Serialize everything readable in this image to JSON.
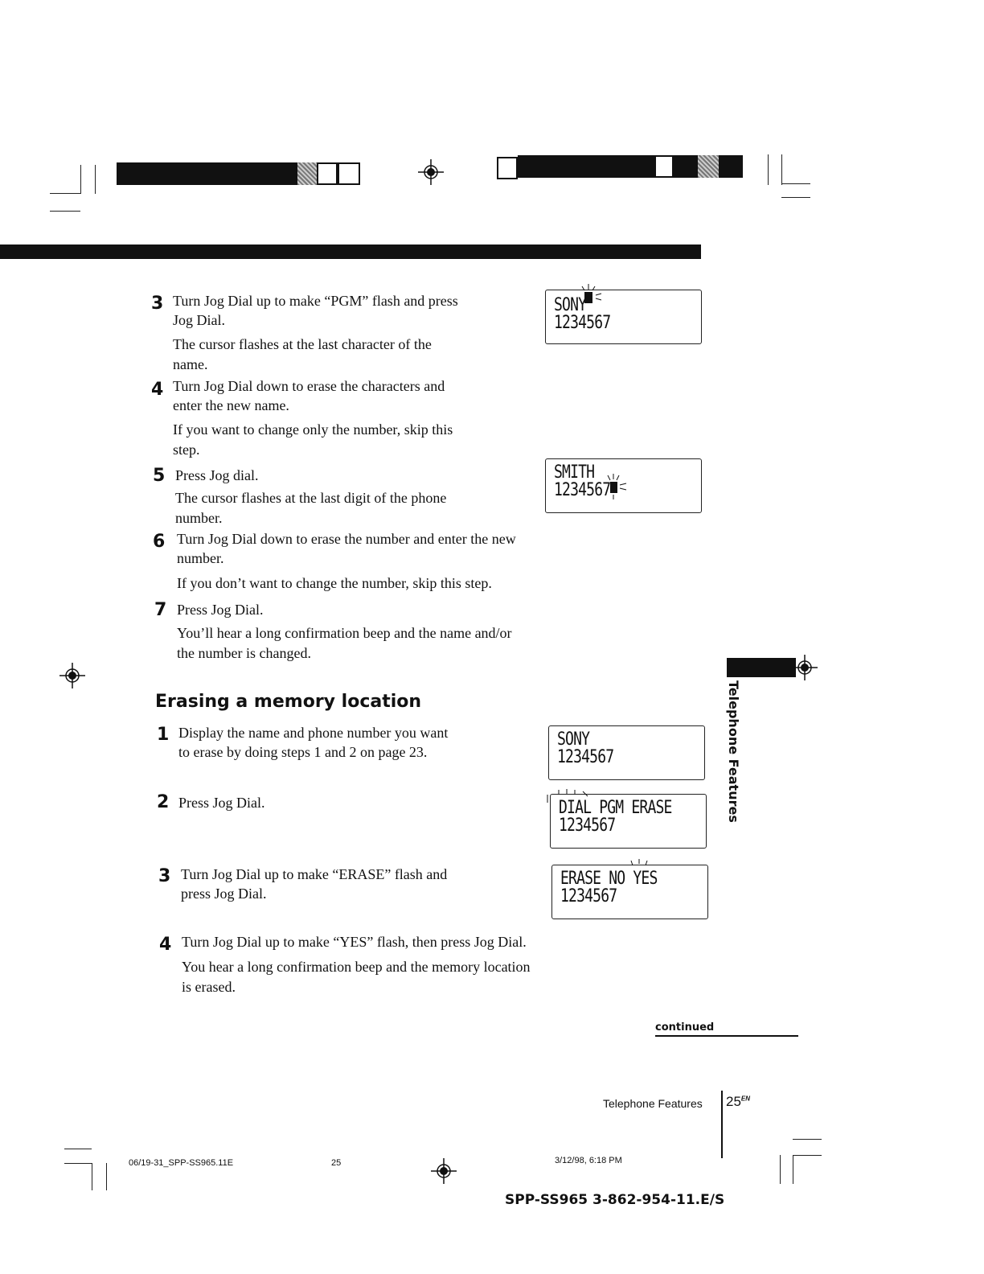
{
  "steps_top": [
    {
      "num": "3",
      "lines": [
        "Turn Jog Dial up to make “PGM” flash and press",
        "Jog Dial."
      ],
      "note": [
        "The cursor flashes at the last character of the",
        "name."
      ]
    },
    {
      "num": "4",
      "lines": [
        "Turn Jog Dial down to erase the characters and",
        "enter the new name."
      ],
      "note": [
        "If you want to change only the number, skip this",
        "step."
      ]
    },
    {
      "num": "5",
      "lines": [
        "Press Jog dial."
      ],
      "note": [
        "The cursor flashes at the last digit of the phone",
        "number."
      ]
    },
    {
      "num": "6",
      "lines": [
        "Turn Jog Dial down to erase the number and enter the new",
        "number."
      ],
      "note": [
        "If you don’t want to change the number, skip this step."
      ]
    },
    {
      "num": "7",
      "lines": [
        "Press Jog Dial."
      ],
      "note": [
        "You’ll hear a long confirmation beep and the name and/or",
        "the number is changed."
      ]
    }
  ],
  "section_heading": "Erasing a memory location",
  "steps_erase": [
    {
      "num": "1",
      "lines": [
        "Display the name and phone number you want",
        "to erase by doing steps 1 and 2 on page 23."
      ]
    },
    {
      "num": "2",
      "lines": [
        "Press Jog Dial."
      ]
    },
    {
      "num": "3",
      "lines": [
        "Turn Jog Dial up to make “ERASE” flash and",
        "press Jog Dial."
      ]
    },
    {
      "num": "4",
      "lines": [
        "Turn Jog Dial up to make “YES” flash, then press Jog Dial."
      ],
      "note": [
        "You hear a long confirmation beep and the memory location",
        "is erased."
      ]
    }
  ],
  "displays": [
    {
      "line1": "SONY",
      "line2": "1234567"
    },
    {
      "line1": "SMITH",
      "line2": "1234567"
    },
    {
      "line1": "SONY",
      "line2": "1234567"
    },
    {
      "line1": "DIAL PGM ERASE",
      "line2": "1234567"
    },
    {
      "line1": "ERASE NO YES",
      "line2": "1234567"
    }
  ],
  "side_tab": "Telephone Features",
  "continued": "continued",
  "footer": {
    "section": "Telephone Features",
    "page": "25",
    "page_sup": "EN",
    "file": "06/19-31_SPP-SS965.11E",
    "file_page": "25",
    "timestamp": "3/12/98, 6:18 PM",
    "model": "SPP-SS965 3-862-954-11.E/S"
  }
}
